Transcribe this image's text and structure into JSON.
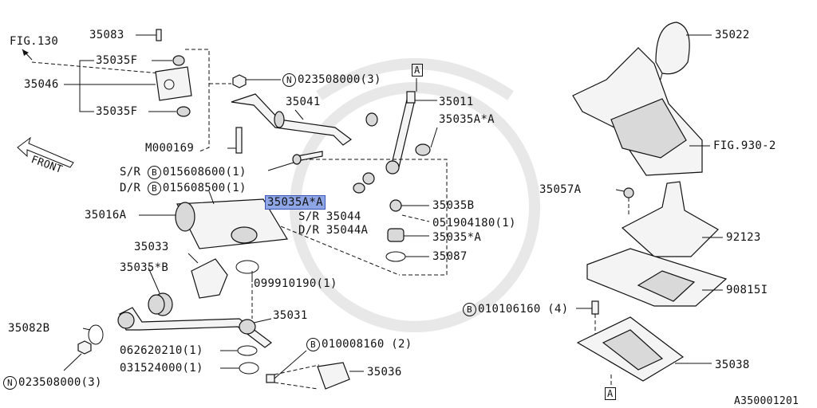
{
  "diagram_id": "A350001201",
  "refs": {
    "fig130": "FIG.130",
    "fig930": "FIG.930-2",
    "front": "FRONT",
    "box_a": "A"
  },
  "parts": {
    "p35083": "35083",
    "p35035F_top": "35035F",
    "p35046": "35046",
    "p35035F_bot": "35035F",
    "pM000169": "M000169",
    "pSR_bolt_prefix": "S/R",
    "pSR_bolt": "015608600(1)",
    "pDR_bolt_prefix": "D/R",
    "pDR_bolt": "015608500(1)",
    "p35016A": "35016A",
    "p35033": "35033",
    "p35035B_star": "35035*B",
    "p35082B": "35082B",
    "pN_nut_bottom": "023508000(3)",
    "p062620210": "062620210(1)",
    "p031524000": "031524000(1)",
    "p35031": "35031",
    "p010008160": "010008160 (2)",
    "p35036": "35036",
    "p099910190": "099910190(1)",
    "pN_nut_top": "023508000(3)",
    "p35041": "35041",
    "p35011": "35011",
    "p35035A_A_top": "35035A*A",
    "p35035A_A_hl": "35035A*A",
    "pSR_35044": "S/R 35044",
    "pDR_35044A": "D/R 35044A",
    "p35035B": "35035B",
    "p051904180": "051904180(1)",
    "p35035A_star": "35035*A",
    "p35087": "35087",
    "p35022": "35022",
    "p35057A": "35057A",
    "p92123": "92123",
    "p90815I": "90815I",
    "p010106160": "010106160 (4)",
    "p35038": "35038"
  },
  "symbols": {
    "n": "N",
    "b": "B"
  }
}
